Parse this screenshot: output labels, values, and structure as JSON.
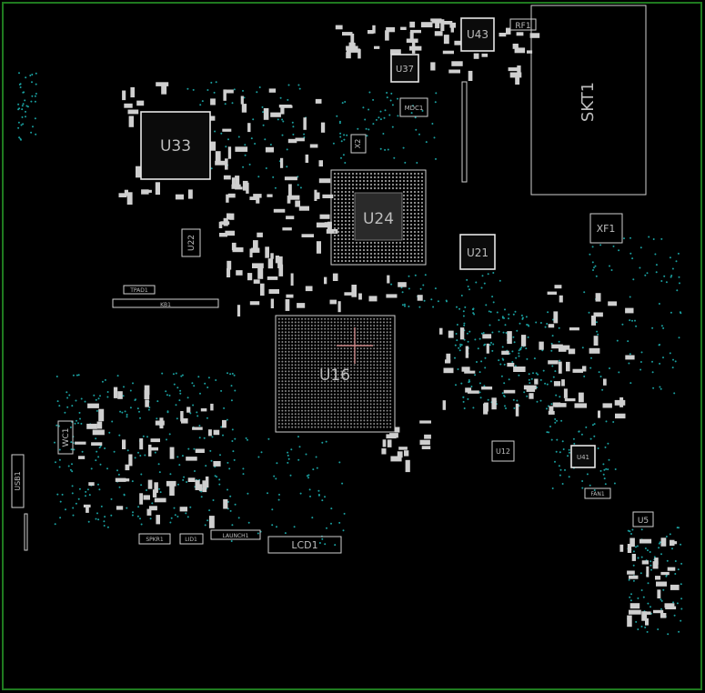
{
  "board": {
    "edge_color": "#1f7a1f",
    "silk_color": "#d0d0d0",
    "via_color": "#1aa0a0",
    "background": "#000000"
  },
  "components": {
    "skt1": "SKT1",
    "u33": "U33",
    "u24": "U24",
    "u16": "U16",
    "u21": "U21",
    "u43": "U43",
    "u37": "U37",
    "rf1": "RF1",
    "xf1": "XF1",
    "mdc1": "MDC1",
    "u22": "U22",
    "u12": "U12",
    "u41": "U41",
    "u5": "U5",
    "x2": "X2",
    "lcd1": "LCD1",
    "usb1": "USB1",
    "wc1": "WC1",
    "kb1": "KB1",
    "tpad1": "TPAD1",
    "spkr1": "SPKR1",
    "lid1": "LID1",
    "launch1": "LAUNCH1",
    "fan1": "FAN1"
  }
}
